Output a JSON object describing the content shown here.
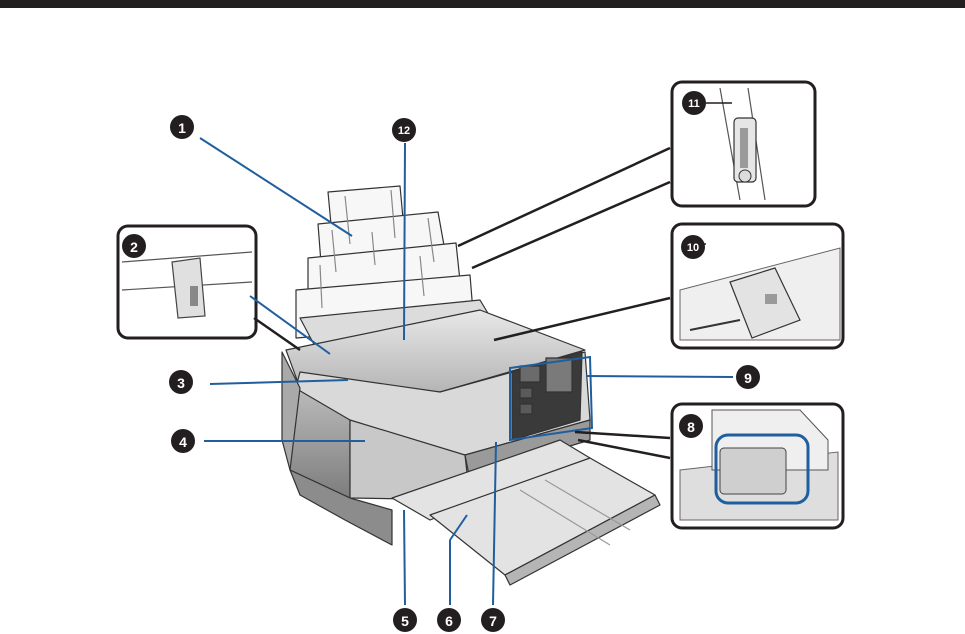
{
  "callouts": [
    {
      "id": "1",
      "label": "❶"
    },
    {
      "id": "2",
      "label": "❷"
    },
    {
      "id": "3",
      "label": "❸"
    },
    {
      "id": "4",
      "label": "❹"
    },
    {
      "id": "5",
      "label": "❺"
    },
    {
      "id": "6",
      "label": "❻"
    },
    {
      "id": "7",
      "label": "❼"
    },
    {
      "id": "8",
      "label": "❽"
    },
    {
      "id": "9",
      "label": "❾"
    },
    {
      "id": "10",
      "label": "❿"
    },
    {
      "id": "11",
      "label": "⓫"
    },
    {
      "id": "12",
      "label": "⓬"
    }
  ],
  "colors": {
    "leader": "#1f5f9e",
    "callout": "#231f20",
    "highlight": "#1f5f9e",
    "printer_body": "#d4d4d4",
    "printer_dark": "#4a4a4a",
    "paper": "#f7f7f7"
  }
}
